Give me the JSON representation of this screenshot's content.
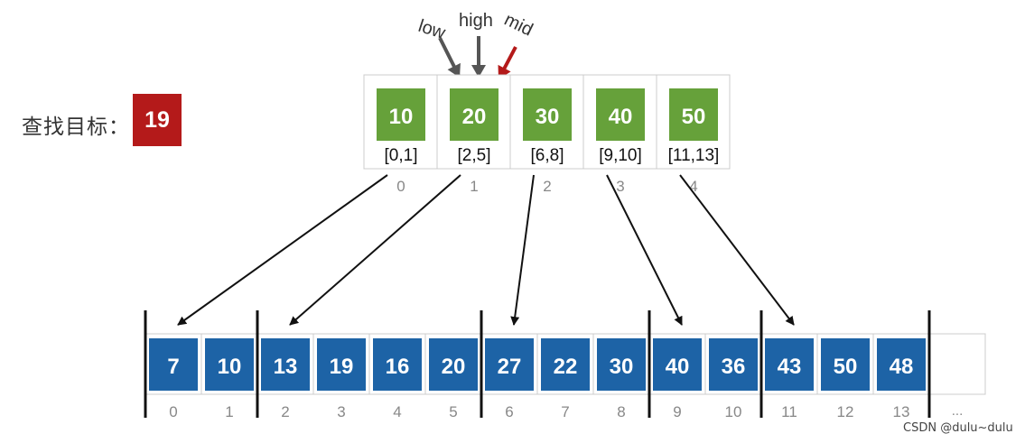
{
  "target": {
    "label": "查找目标：",
    "value": "19"
  },
  "pointers": [
    {
      "name": "low",
      "color": "#555555",
      "points_to_index": 1
    },
    {
      "name": "high",
      "color": "#555555",
      "points_to_index": 1
    },
    {
      "name": "mid",
      "color": "#b41a1a",
      "points_to_index": 1
    }
  ],
  "index_table": [
    {
      "key": "10",
      "range": "[0,1]",
      "index": "0",
      "block_start": 0
    },
    {
      "key": "20",
      "range": "[2,5]",
      "index": "1",
      "block_start": 2
    },
    {
      "key": "30",
      "range": "[6,8]",
      "index": "2",
      "block_start": 6
    },
    {
      "key": "40",
      "range": "[9,10]",
      "index": "3",
      "block_start": 9
    },
    {
      "key": "50",
      "range": "[11,13]",
      "index": "4",
      "block_start": 11
    }
  ],
  "data_array": {
    "values": [
      "7",
      "10",
      "13",
      "19",
      "16",
      "20",
      "27",
      "22",
      "30",
      "40",
      "36",
      "43",
      "50",
      "48"
    ],
    "indices": [
      "0",
      "1",
      "2",
      "3",
      "4",
      "5",
      "6",
      "7",
      "8",
      "9",
      "10",
      "11",
      "12",
      "13"
    ],
    "ellipsis": "..."
  },
  "colors": {
    "green": "#66a13a",
    "blue": "#1d63a6",
    "red": "#b41a1a",
    "gray_arrow": "#555555"
  },
  "watermark": "CSDN @dulu~dulu"
}
